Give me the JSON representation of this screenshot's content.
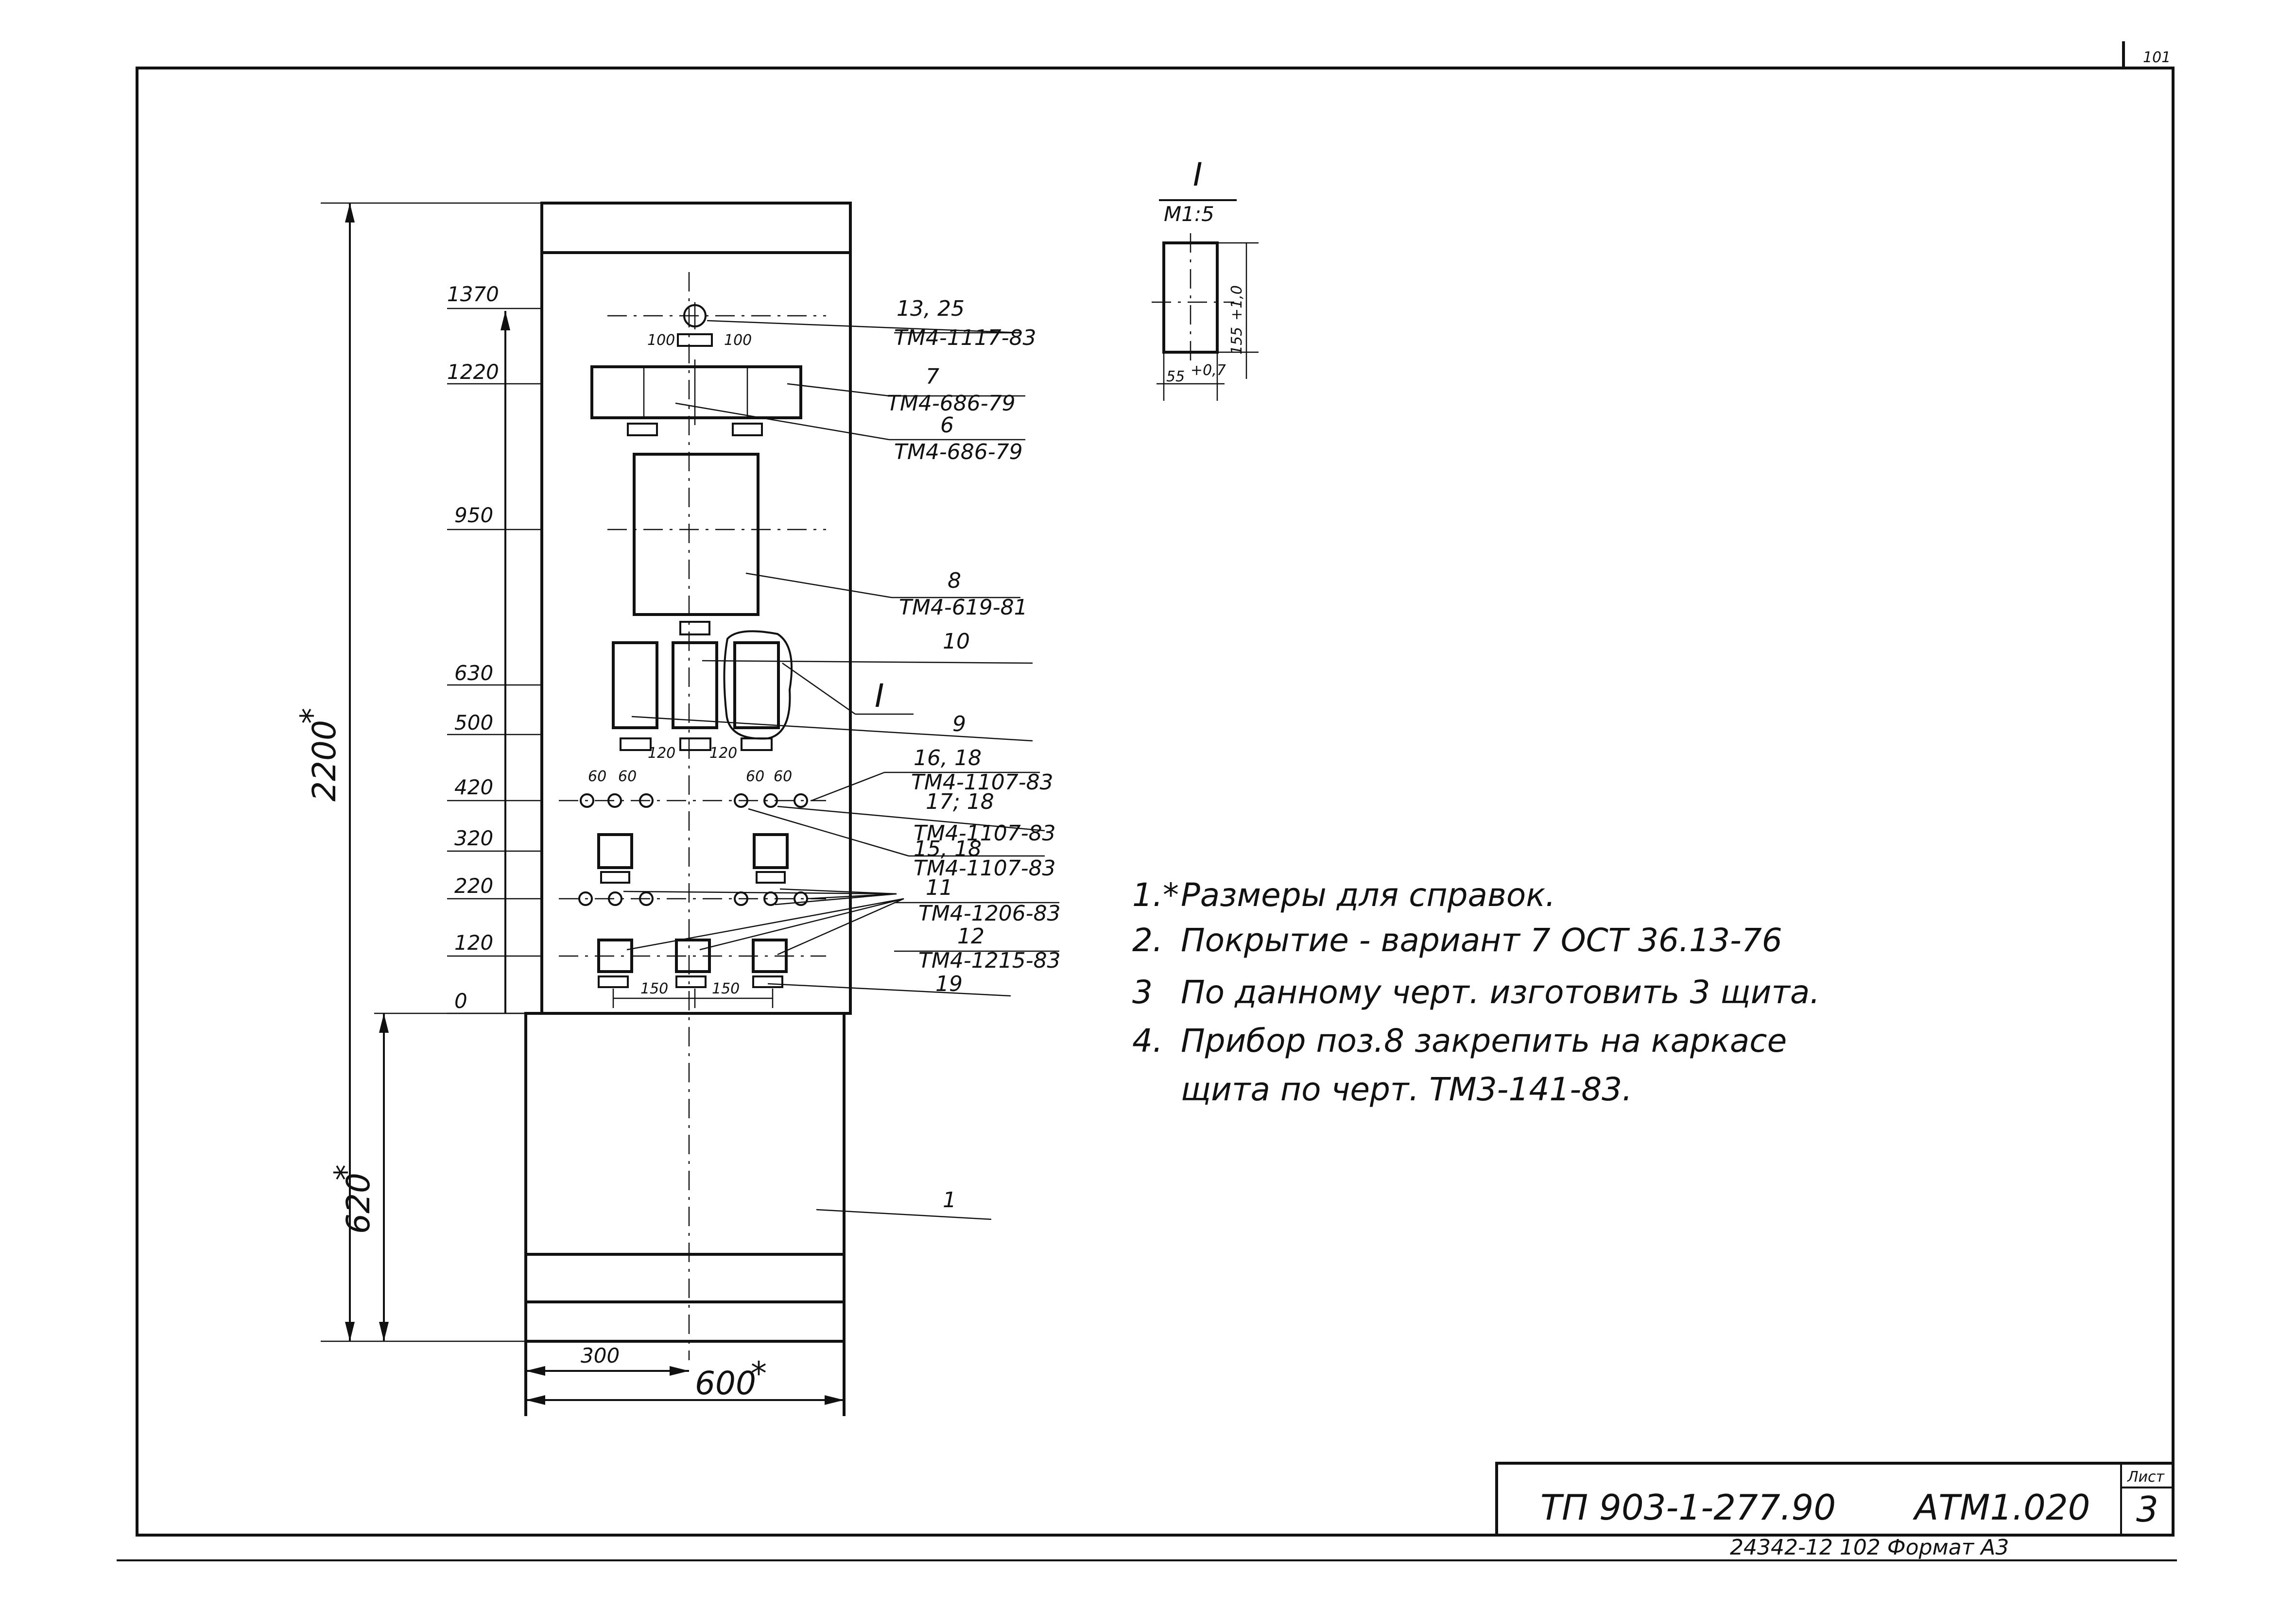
{
  "sheet": {
    "corner_number": "101",
    "designation": "ТП 903-1-277.90",
    "code": "АТМ1.020",
    "sheet_label": "Лист",
    "sheet_number": "3",
    "footer": "24342-12   102  Формат  А3"
  },
  "levels": [
    "1370",
    "1220",
    "950",
    "630",
    "500",
    "420",
    "320",
    "220",
    "120",
    "0"
  ],
  "overall": {
    "height": "2200",
    "base_height": "620",
    "half_width": "300",
    "width": "600",
    "asterisk": "*"
  },
  "spacing": {
    "d100": "100",
    "d120": "120",
    "d60": "60",
    "d150": "150"
  },
  "references": {
    "r13_25": "13, 25",
    "tm_1117": "ТМ4-1117-83",
    "r7": "7",
    "tm_686_a": "ТМ4-686-79",
    "r6": "6",
    "tm_686_b": "ТМ4-686-79",
    "r8": "8",
    "tm_619": "ТМ4-619-81",
    "r10": "10",
    "r9": "9",
    "r16_18": "16, 18",
    "tm_1107_a": "ТМ4-1107-83",
    "r17_18": "17; 18",
    "tm_1107_b": "ТМ4-1107-83",
    "r15_18": "15, 18",
    "tm_1107_c": "ТМ4-1107-83",
    "r11": "11",
    "tm_1206": "ТМ4-1206-83",
    "r12": "12",
    "tm_1215": "ТМ4-1215-83",
    "r19": "19",
    "r1": "1"
  },
  "detail": {
    "label": "I",
    "scale": "М1:5",
    "dim_h": "155",
    "tol_h": "+1,0",
    "dim_w": "55",
    "tol_w": "+0,7"
  },
  "notes": [
    {
      "num": "1.*",
      "text": "Размеры для справок."
    },
    {
      "num": "2.",
      "text": "Покрытие - вариант 7 ОСТ 36.13-76"
    },
    {
      "num": "3",
      "text": "По данному черт. изготовить  3 щита."
    },
    {
      "num": "4.",
      "text": "Прибор поз.8 закрепить на каркасе"
    },
    {
      "num": "",
      "text": "щита по черт. ТМ3-141-83."
    }
  ]
}
